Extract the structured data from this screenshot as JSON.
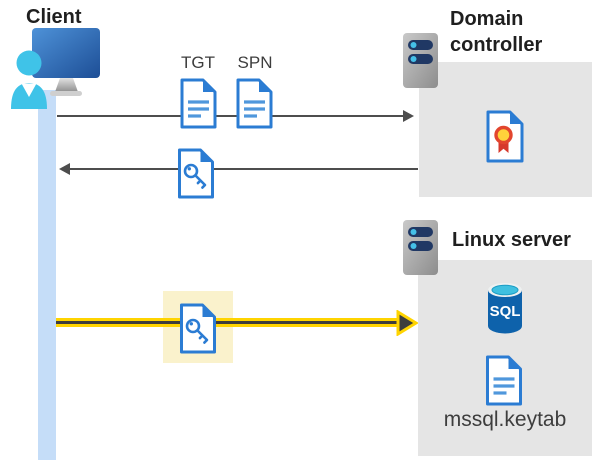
{
  "client": {
    "label": "Client"
  },
  "flows": {
    "tgt_label": "TGT",
    "spn_label": "SPN"
  },
  "domain_controller": {
    "label": "Domain controller"
  },
  "linux_server": {
    "label": "Linux server",
    "sql_text": "SQL",
    "keytab_label": "mssql.keytab"
  },
  "icons": {
    "client": "person-at-monitor-icon",
    "domain_controller": "server-tower-icon",
    "linux_server": "server-tower-icon",
    "tgt": "document-icon",
    "spn": "document-icon",
    "service_ticket": "key-document-icon",
    "highlighted_ticket": "key-document-icon",
    "certificate": "certificate-document-icon",
    "database": "sql-database-cylinder-icon",
    "keytab_file": "document-icon"
  },
  "colors": {
    "doc_blue": "#2b7cd3",
    "doc_line_blue": "#4f97dc",
    "arrow_gray": "#4d4d4d",
    "yellow_accent": "#ffd400",
    "highlight_bg": "#faf2cc",
    "lifeline_blue": "#c5ddf8",
    "panel_gray": "#e5e5e5",
    "sql_blue": "#0e62ab",
    "sql_top_cyan": "#3fc0e0",
    "person_cyan": "#3fc3e8",
    "monitor_blue_dark": "#24528f",
    "server_pill_navy": "#203864",
    "cert_gold": "#ffd23b",
    "cert_red": "#d6382c",
    "text_dark": "#262626"
  }
}
